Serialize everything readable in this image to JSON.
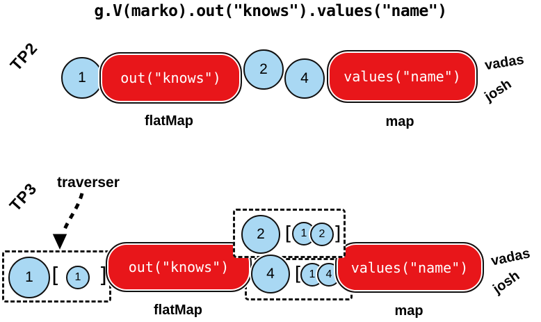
{
  "title": "g.V(marko).out(\"knows\").values(\"name\")",
  "colors": {
    "red": "#E8161A",
    "blue": "#A9D8F3"
  },
  "tp2": {
    "label": "TP2",
    "input_circle": "1",
    "step1": {
      "text": "out(\"knows\")",
      "caption": "flatMap"
    },
    "mid_circles": [
      "2",
      "4"
    ],
    "step2": {
      "text": "values(\"name\")",
      "caption": "map"
    },
    "outputs": [
      "vadas",
      "josh"
    ]
  },
  "tp3": {
    "label": "TP3",
    "traverser_label": "traverser",
    "input_box": {
      "head": "1",
      "open": "[",
      "items": [
        "1"
      ],
      "close": "]"
    },
    "step1": {
      "text": "out(\"knows\")",
      "caption": "flatMap"
    },
    "mid_boxes": [
      {
        "head": "2",
        "open": "[",
        "items": [
          "1",
          "2"
        ],
        "close": "]"
      },
      {
        "head": "4",
        "open": "[",
        "items": [
          "1",
          "4"
        ],
        "close": "]"
      }
    ],
    "step2": {
      "text": "values(\"name\")",
      "caption": "map"
    },
    "outputs": [
      "vadas",
      "josh"
    ]
  }
}
